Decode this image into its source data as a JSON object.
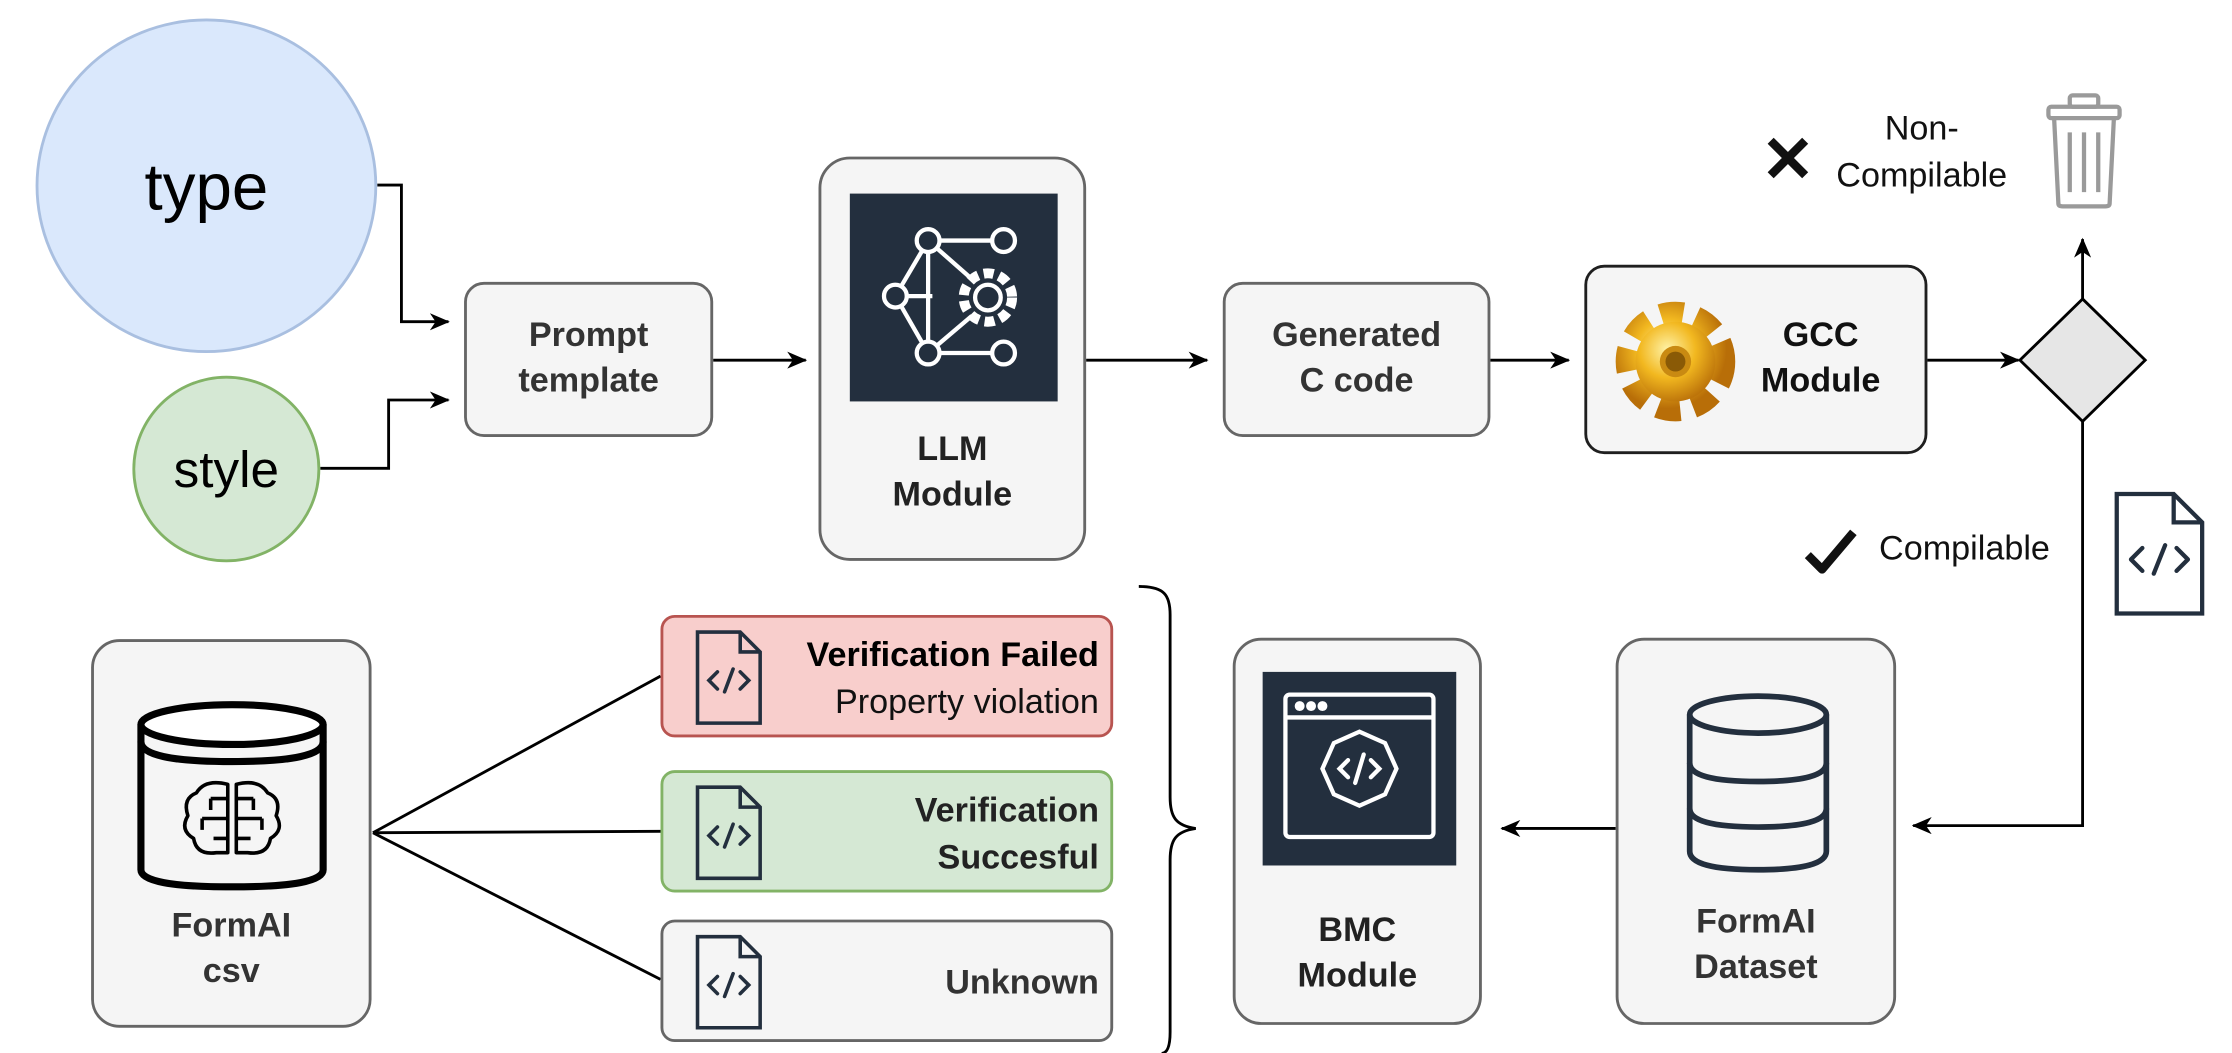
{
  "nodes": {
    "type": "type",
    "style": "style",
    "prompt": "Prompt\ntemplate",
    "llm": "LLM\nModule",
    "generated": "Generated\nC code",
    "gcc": "GCC\nModule",
    "formai_csv": "FormAI\ncsv",
    "bmc": "BMC\nModule",
    "formai_dataset": "FormAI\nDataset"
  },
  "labels": {
    "non_compilable": "Non-\nCompilable",
    "compilable": "Compilable"
  },
  "results": {
    "failed_title": "Verification Failed",
    "failed_sub": "Property violation",
    "success": "Verification\nSuccesful",
    "unknown": "Unknown"
  },
  "colors": {
    "type_fill": "#dae8fc",
    "style_fill": "#d5e8d4",
    "failed_fill": "#f8cecc",
    "success_fill": "#d5e8d4",
    "icon_dark": "#232f3e"
  },
  "icons": [
    "neural-gear-icon",
    "gear-icon",
    "trash-icon",
    "x-mark-icon",
    "check-mark-icon",
    "code-file-icon",
    "database-icon",
    "brain-db-icon",
    "code-window-icon"
  ]
}
